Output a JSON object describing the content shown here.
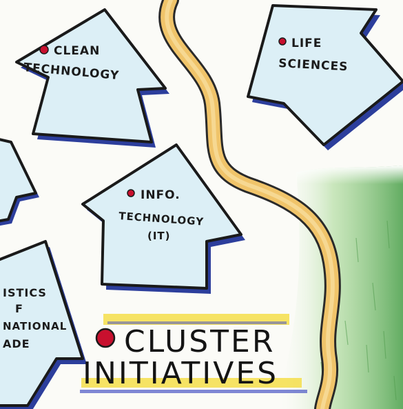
{
  "title": {
    "line1": "CLUSTER",
    "line2": "INITIATIVES"
  },
  "arrows": [
    {
      "id": "clean-technology",
      "lines": [
        "CLEAN",
        "TECHNOLOGY"
      ]
    },
    {
      "id": "life-sciences",
      "lines": [
        "LIFE",
        "SCIENCES"
      ]
    },
    {
      "id": "info-technology",
      "lines": [
        "INFO.",
        "TECHNOLOGY",
        "(IT)"
      ]
    },
    {
      "id": "logistics-international-trade",
      "lines": [
        "ISTICS",
        "F",
        "NATIONAL",
        "ADE"
      ]
    }
  ],
  "colors": {
    "arrow_fill": "#dceff6",
    "arrow_shadow": "#2c3e9c",
    "outline": "#1a1a1a",
    "path": "#f0c46a",
    "bullet": "#c8102e",
    "field": "#7fbf6a",
    "underline_yellow": "#f4de4a",
    "underline_blue": "#4a56c4"
  }
}
